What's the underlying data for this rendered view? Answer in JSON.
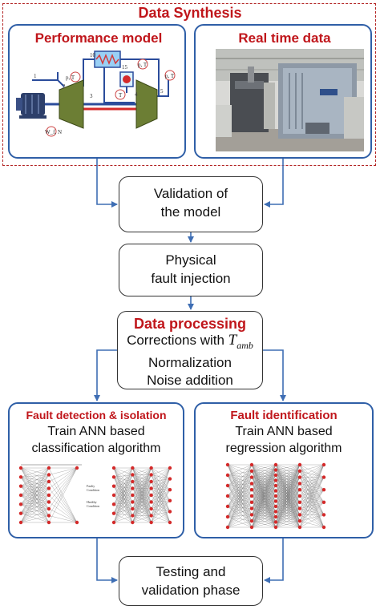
{
  "data_synthesis": {
    "title": "Data Synthesis",
    "performance_model": {
      "title": "Performance model",
      "station_labels": [
        "1",
        "2",
        "3",
        "4",
        "5",
        "10",
        "15"
      ],
      "sensor_labels": [
        "p, T",
        "p, T",
        "p, T",
        "T",
        "W_f, N"
      ]
    },
    "real_time": {
      "title": "Real time data"
    }
  },
  "validation": {
    "line1": "Validation of",
    "line2": "the model"
  },
  "injection": {
    "line1": "Physical",
    "line2": "fault injection"
  },
  "processing": {
    "title": "Data processing",
    "corrections": "Corrections with",
    "t_amb": "T",
    "t_amb_sub": "amb",
    "normalization": "Normalization",
    "noise": "Noise addition"
  },
  "detection": {
    "title": "Fault detection & isolation",
    "line1": "Train ANN based",
    "line2": "classification algorithm",
    "net_labels": {
      "faulty": "Faulty Condition",
      "healthy": "Healthy Condition"
    }
  },
  "identification": {
    "title": "Fault identification",
    "line1": "Train ANN based",
    "line2": "regression algorithm"
  },
  "testing": {
    "line1": "Testing and",
    "line2": "validation phase"
  },
  "colors": {
    "accent_red": "#c0161b",
    "arrow_blue": "#3e6eb4",
    "frame_blue": "#2f5fa7",
    "node_red": "#d42a2a"
  }
}
